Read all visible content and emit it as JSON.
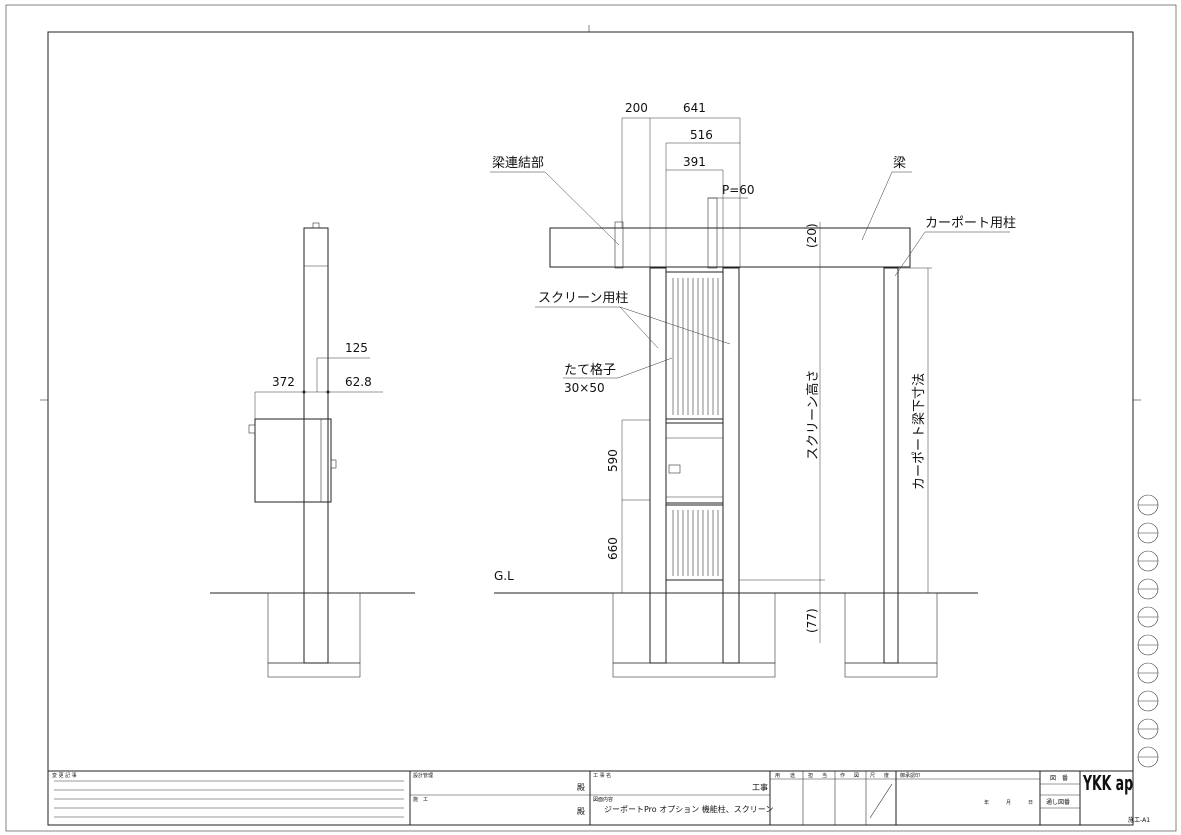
{
  "drawing": {
    "side_view": {
      "dims": {
        "width_left": "372",
        "post_width": "125",
        "width_right": "62.8"
      }
    },
    "front_view": {
      "dims": {
        "d200": "200",
        "d641": "641",
        "d516": "516",
        "d391": "391",
        "pitch": "P=60",
        "beam_gap": "(20)",
        "h590": "590",
        "h660": "660",
        "embed": "(77)"
      },
      "labels": {
        "beam_joint": "梁連結部",
        "beam": "梁",
        "carport_post": "カーポート用柱",
        "screen_post": "スクリーン用柱",
        "louver": "たて格子",
        "louver_size": "30×50",
        "gl": "G.L",
        "screen_height": "スクリーン高さ",
        "carport_clearance": "カーポート梁下寸法"
      }
    }
  },
  "title_block": {
    "revision_header": "変 更 記 事",
    "design_manager": "設計管理",
    "constructor": "施　工",
    "honorific_1": "殿",
    "honorific_2": "殿",
    "project_name_label": "工 事 名",
    "project_suffix": "工事",
    "drawing_content_label": "図面内容",
    "drawing_content": "ジーポートPro オプション 機能柱、スクリーン",
    "columns": [
      "用",
      "途",
      "担",
      "当",
      "作",
      "図",
      "尺",
      "度"
    ],
    "approval": "御承認印",
    "date_year": "年",
    "date_month": "月",
    "date_day": "日",
    "sheet_no_label": "図　番",
    "serial_label": "通し図番",
    "brand": "YKK ap",
    "sheet_code": "施工-A1"
  }
}
